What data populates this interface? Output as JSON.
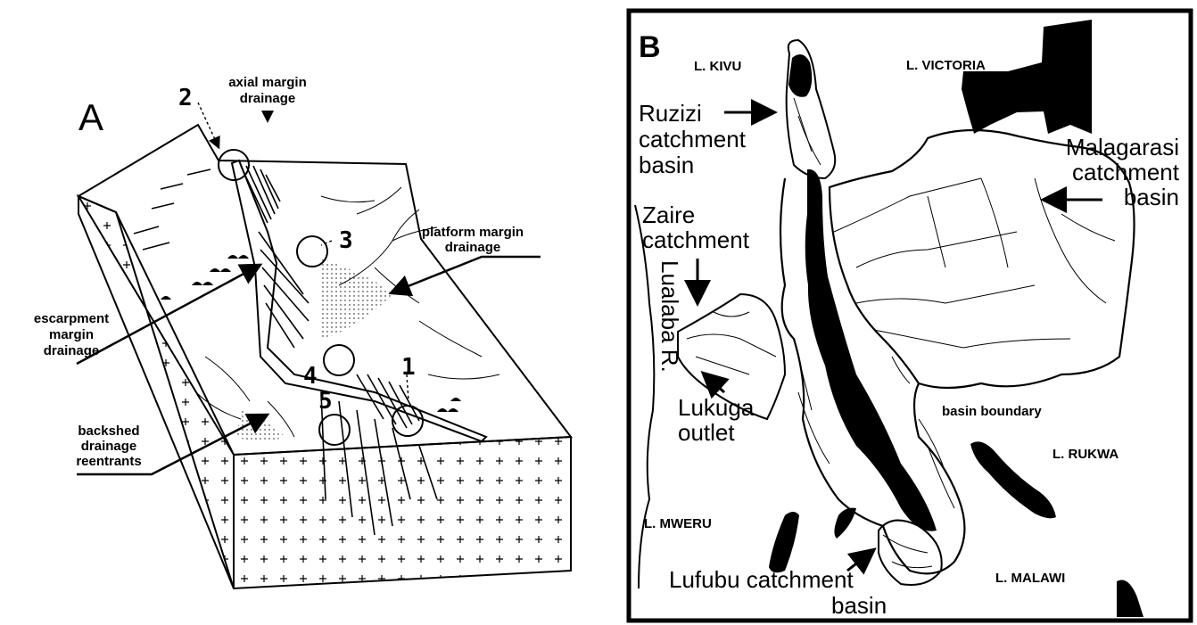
{
  "panel_a": {
    "letter": "A",
    "labels": {
      "axial_1": "axial margin",
      "axial_2": "drainage",
      "platform_1": "platform margin",
      "platform_2": "drainage",
      "escarp_1": "escarpment",
      "escarp_2": "margin",
      "escarp_3": "drainage",
      "backshed_1": "backshed",
      "backshed_2": "drainage",
      "backshed_3": "reentrants"
    },
    "numbers": {
      "n1": "1",
      "n2": "2",
      "n3": "3",
      "n4": "4",
      "n5": "5"
    }
  },
  "panel_b": {
    "letter": "B",
    "labels": {
      "kivu": "L. KIVU",
      "victoria": "L. VICTORIA",
      "ruzizi_1": "Ruzizi",
      "ruzizi_2": "catchment",
      "ruzizi_3": "basin",
      "malagarasi_1": "Malagarasi",
      "malagarasi_2": "catchment",
      "malagarasi_3": "basin",
      "zaire_1": "Zaire",
      "zaire_2": "catchment",
      "lualaba": "Lualaba R.",
      "lukuga_1": "Lukuga",
      "lukuga_2": "outlet",
      "basin_boundary": "basin boundary",
      "rukwa": "L. RUKWA",
      "mweru": "L. MWERU",
      "malawi": "L. MALAWI",
      "lufubu_1": "Lufubu catchment",
      "lufubu_2": "basin"
    }
  }
}
